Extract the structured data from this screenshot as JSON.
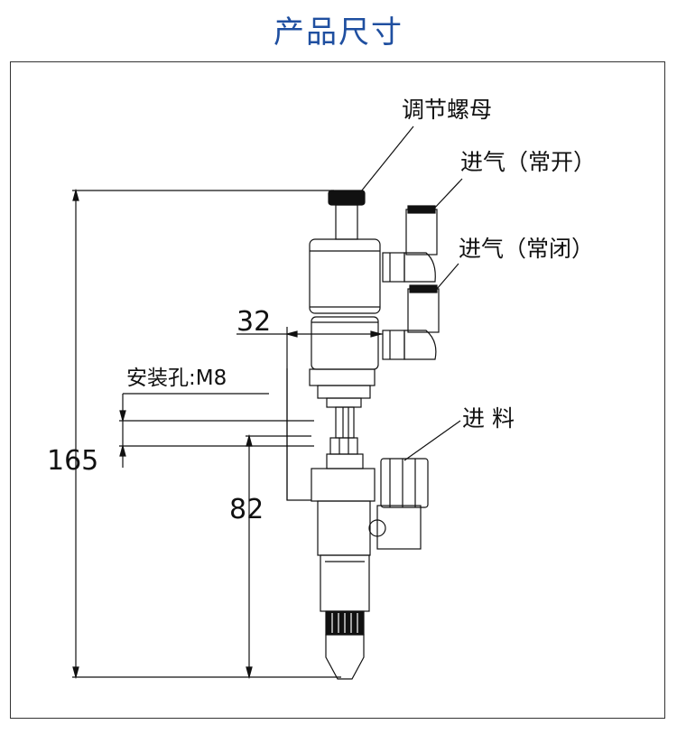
{
  "title": "产品尺寸",
  "labels": {
    "adjust_nut": "调节螺母",
    "air_in_open": "进气（常开）",
    "air_in_closed": "进气（常闭）",
    "material_in": "进 料",
    "mount_hole": "安装孔:M8"
  },
  "dimensions": {
    "width": "32",
    "total_height": "165",
    "lower_height": "82"
  }
}
